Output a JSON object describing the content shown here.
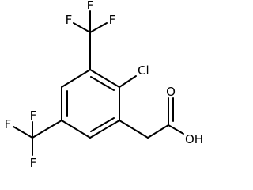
{
  "structure": {
    "atoms": {
      "f1": "F",
      "f2": "F",
      "f3": "F",
      "cl": "Cl",
      "o_carbonyl": "O",
      "oh": "OH",
      "f4": "F",
      "f5": "F",
      "f6": "F"
    }
  }
}
